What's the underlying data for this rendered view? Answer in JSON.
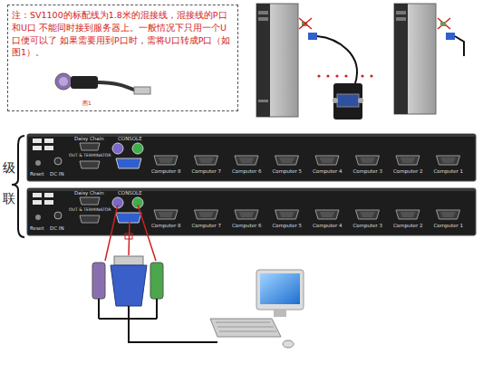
{
  "diagram": {
    "nodes": [
      {
        "text": [
          "注：SV1100的标配线为1.8米的混接线，混接线的P口和U口 不能同时接到服务器上。一般情况下只用一个U口便可以了 如果需要用到P口时，需将U口转成P口（如图1）。",
          "图1"
        ]
      },
      {
        "text": [
          "Daisy Chain",
          "OUT & TERMINATOR",
          "CONSOLE",
          "DC IN",
          "Reset",
          "Computer 8",
          "Computer 7",
          "Computer 6",
          "Computer 5",
          "Computer 4",
          "Computer 3",
          "Computer 2",
          "Computer 1"
        ]
      },
      {
        "text": [
          "Daisy Chain",
          "OUT & TERMINATOR",
          "CONSOLE",
          "DC IN",
          "Reset",
          "Computer 8",
          "Computer 7",
          "Computer 6",
          "Computer 5",
          "Computer 4",
          "Computer 3",
          "Computer 2",
          "Computer 1"
        ]
      }
    ],
    "labels": [
      "级",
      "联"
    ]
  }
}
